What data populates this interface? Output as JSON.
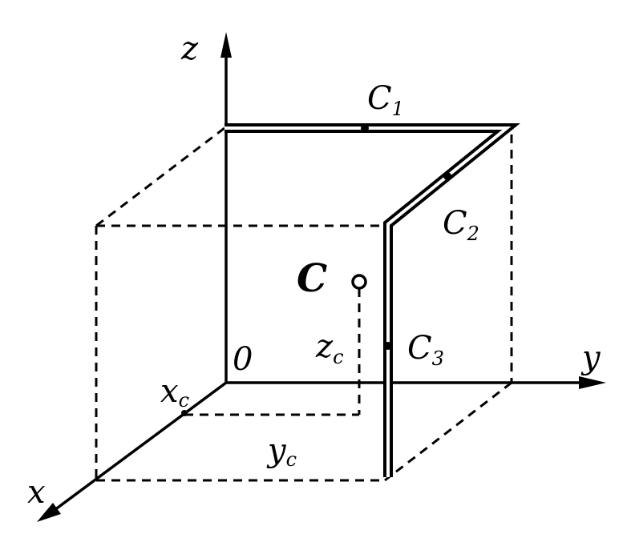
{
  "axes": {
    "x": "x",
    "y": "y",
    "z": "z",
    "origin": "0"
  },
  "points": {
    "c": "C",
    "c1": {
      "letter": "C",
      "sub": "1"
    },
    "c2": {
      "letter": "C",
      "sub": "2"
    },
    "c3": {
      "letter": "C",
      "sub": "3"
    }
  },
  "coordinates": {
    "xc": {
      "letter": "x",
      "sub": "c"
    },
    "yc": {
      "letter": "y",
      "sub": "c"
    },
    "zc": {
      "letter": "z",
      "sub": "c"
    }
  },
  "colors": {
    "ink": "#000000",
    "paper": "#ffffff"
  }
}
